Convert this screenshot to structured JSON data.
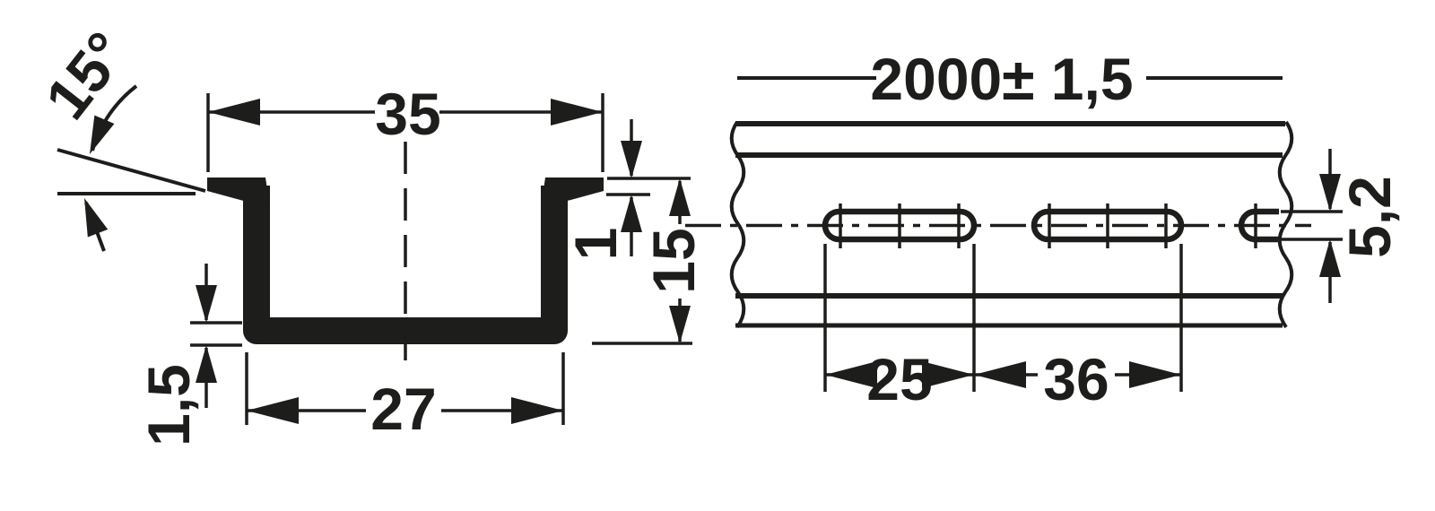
{
  "drawing": {
    "background": "#ffffff",
    "ink_color": "#1d1d1b",
    "cross_section_view": {
      "dim_overall_width": "35",
      "dim_inner_width": "27",
      "dim_flange_angle": "15°",
      "dim_lip_thickness": "1",
      "dim_height": "15",
      "dim_base_thickness": "1,5"
    },
    "top_view": {
      "dim_overall_length": "2000± 1,5",
      "dim_slot_length": "25",
      "dim_slot_pitch": "36",
      "dim_slot_width": "5,2"
    }
  }
}
